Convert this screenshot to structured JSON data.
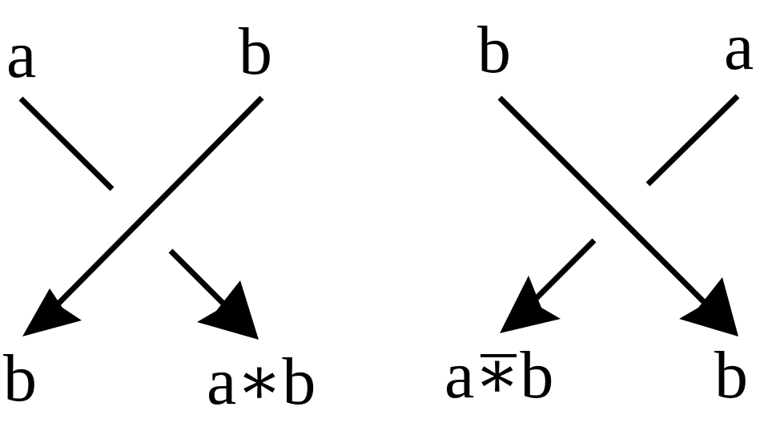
{
  "left_crossing": {
    "top_left_label": "a",
    "top_right_label": "b",
    "bottom_left_label": "b",
    "bottom_right_label": "a∗b"
  },
  "right_crossing": {
    "top_left_label": "b",
    "top_right_label": "a",
    "bottom_left_label": "a∗b",
    "bottom_left_label_overline": true,
    "bottom_right_label": "b"
  },
  "colors": {
    "ink": "#000000",
    "background": "#ffffff"
  }
}
